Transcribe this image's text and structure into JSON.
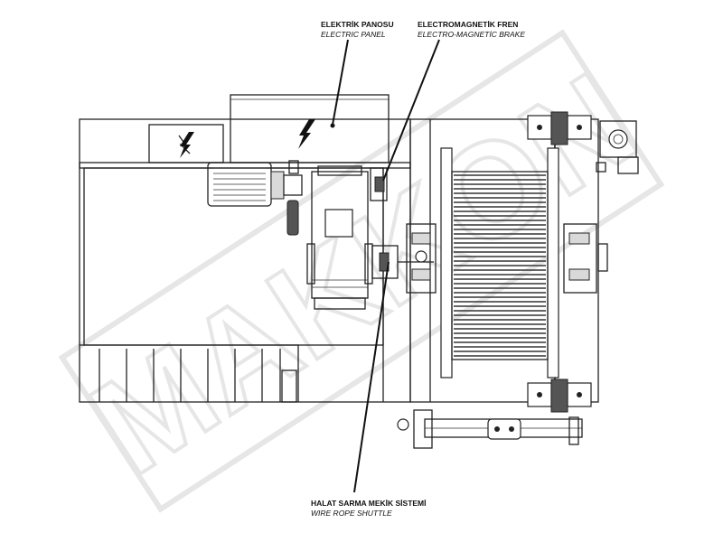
{
  "watermark": {
    "text": "MAKKON"
  },
  "labels": {
    "electric_panel": {
      "tr": "ELEKTRİK PANOSU",
      "en": "ELECTRIC PANEL"
    },
    "electromagnetic_brake": {
      "tr": "ELECTROMAGNETİK FREN",
      "en": "ELECTRO-MAGNETİC BRAKE"
    },
    "wire_rope_shuttle": {
      "tr": "HALAT SARMA MEKİK SİSTEMİ",
      "en": "WIRE ROPE SHUTTLE"
    }
  }
}
